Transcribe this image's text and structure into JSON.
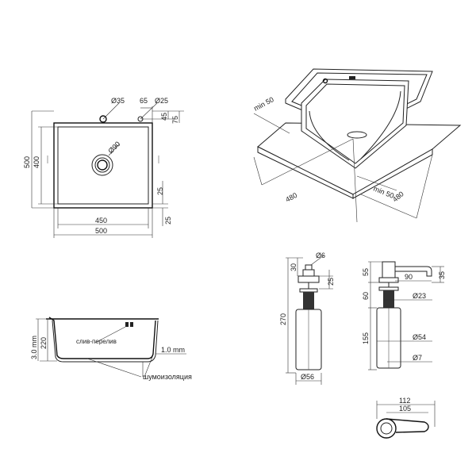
{
  "top_view": {
    "d_tap": "Ø35",
    "offset_65": "65",
    "d_25": "Ø25",
    "dim_45": "45",
    "dim_75": "75",
    "height_500": "500",
    "height_400": "400",
    "d_drain": "Ø90",
    "dim_25_right": "25",
    "width_450": "450",
    "dim_25_bottom": "25",
    "width_500": "500"
  },
  "iso_view": {
    "min_50_left": "min 50",
    "min_50_right": "min 50",
    "len_480_left": "480",
    "len_480_right": "480"
  },
  "section_view": {
    "thickness_3": "3.0 mm",
    "depth_220": "220",
    "overflow_label": "слив-перелив",
    "sheet_1": "1.0 mm",
    "insulation_label": "шумоизоляция"
  },
  "dispenser_front": {
    "dim_30": "30",
    "d_6": "Ø6",
    "dim_25": "25",
    "height_270": "270",
    "d_56": "Ø56"
  },
  "dispenser_side": {
    "dim_55": "55",
    "dim_90": "90",
    "dim_35": "35",
    "dim_60": "60",
    "d_23": "Ø23",
    "dim_155": "155",
    "d_54": "Ø54",
    "d_7": "Ø7"
  },
  "dispenser_top": {
    "dim_112": "112",
    "dim_105": "105"
  }
}
